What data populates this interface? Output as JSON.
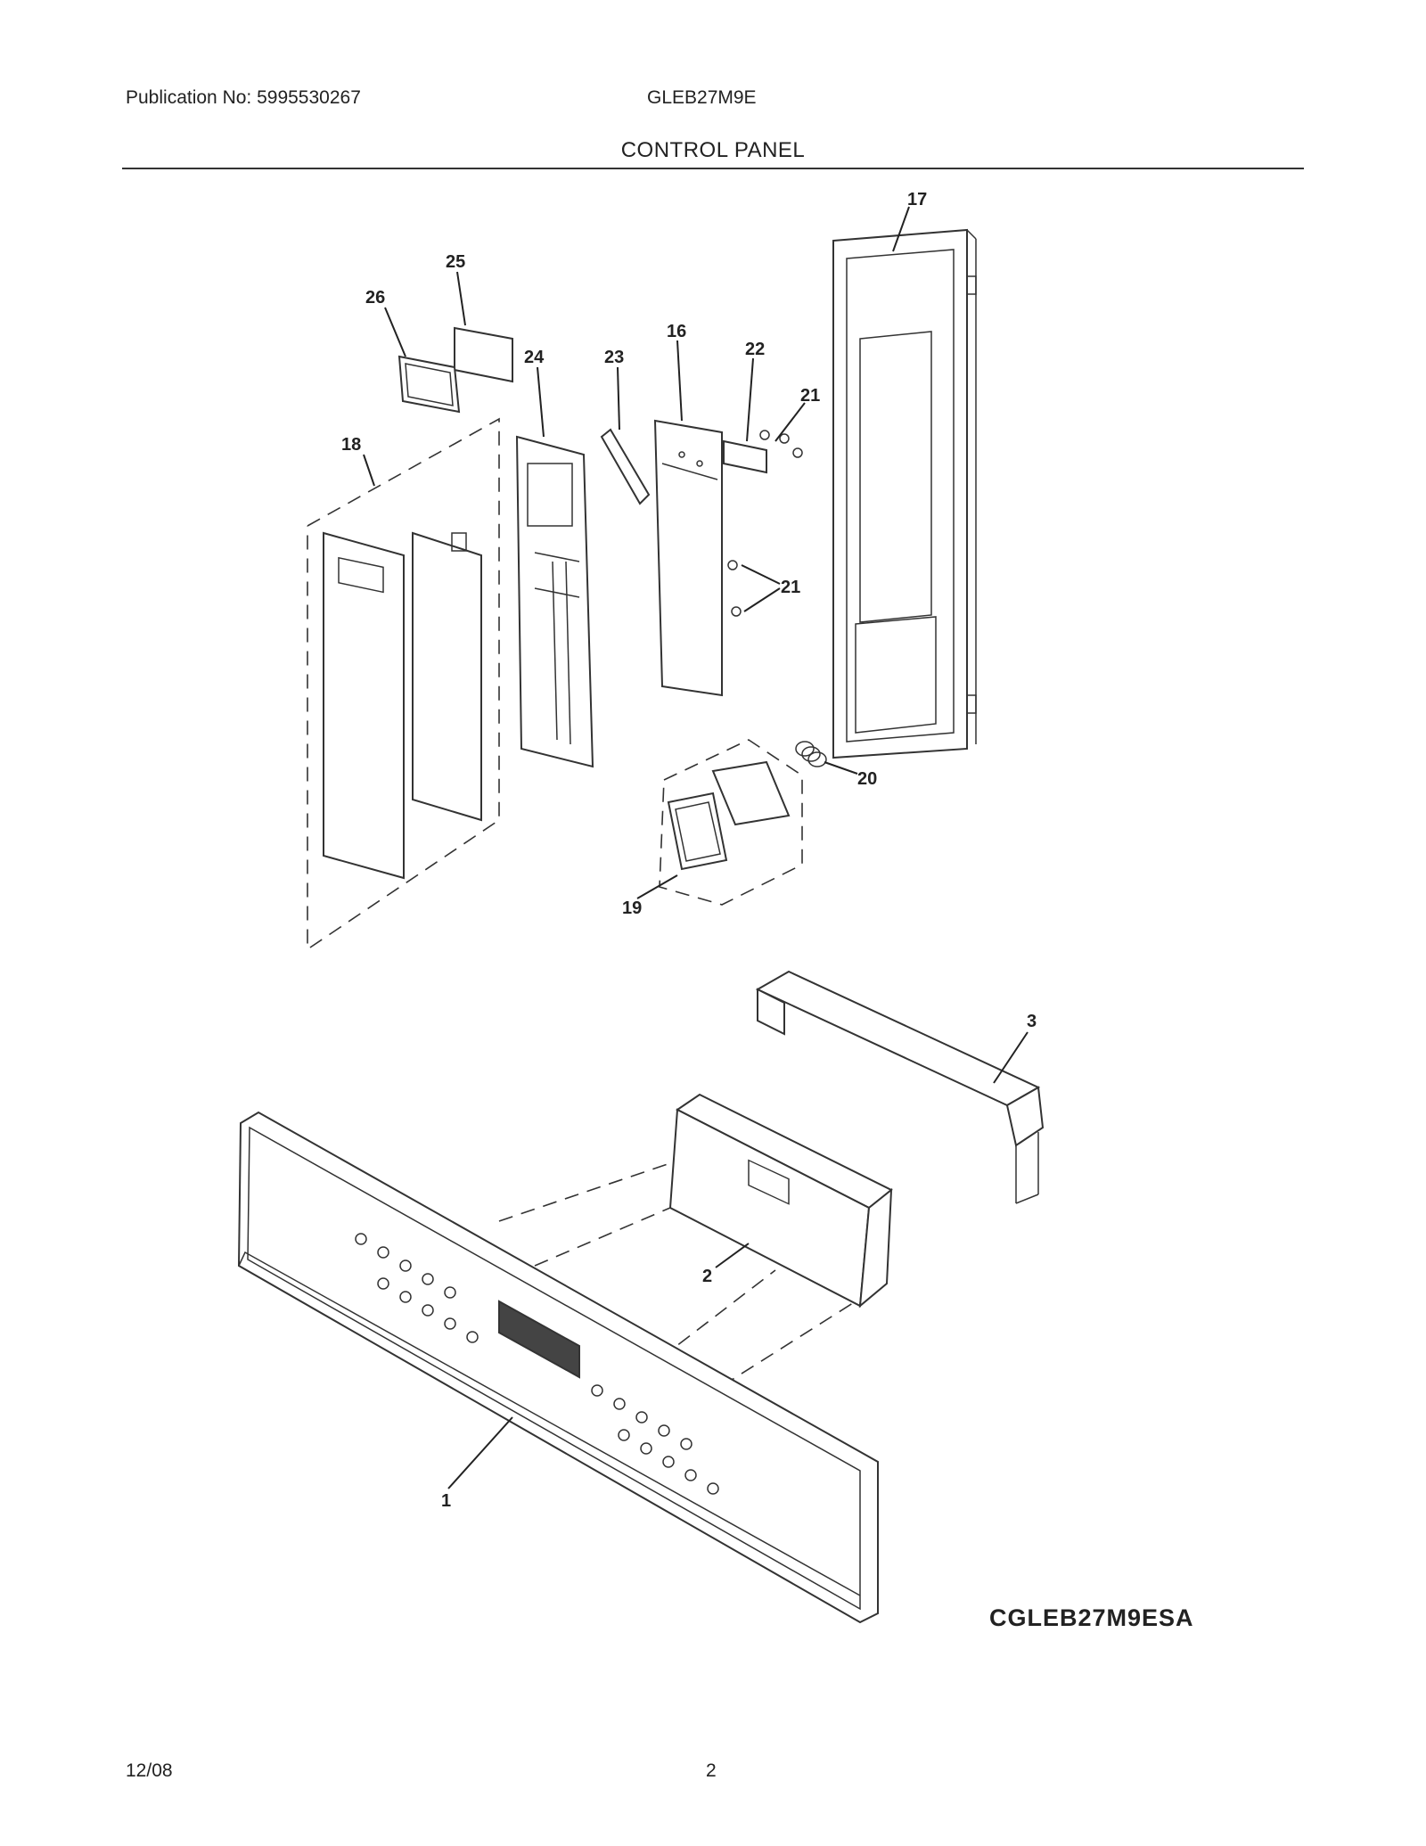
{
  "header": {
    "publication": "Publication No: 5995530267",
    "model": "GLEB27M9E",
    "section_title": "CONTROL PANEL"
  },
  "diagram": {
    "drawing_code": "CGLEB27M9ESA",
    "callouts": [
      "1",
      "2",
      "3",
      "16",
      "17",
      "18",
      "19",
      "20",
      "21",
      "21",
      "22",
      "23",
      "24",
      "25",
      "26"
    ]
  },
  "footer": {
    "date": "12/08",
    "page": "2"
  }
}
